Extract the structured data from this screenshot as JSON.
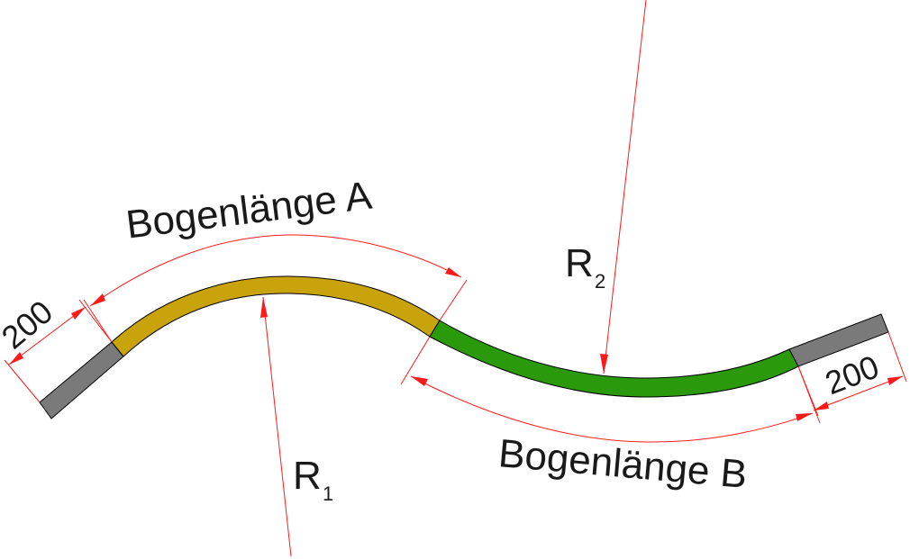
{
  "labels": {
    "arc_a": "Bogenlänge A",
    "arc_b": "Bogenlänge B",
    "radius_1_letter": "R",
    "radius_1_index": "1",
    "radius_2_letter": "R",
    "radius_2_index": "2",
    "straight_left": "200",
    "straight_right": "200"
  },
  "colors": {
    "straight_section": "#7a7a7a",
    "arc_a_section": "#c8a30c",
    "arc_b_section": "#2a9a0c",
    "dimension_lines": "#ff1a1a",
    "text": "#1a1a1a"
  }
}
